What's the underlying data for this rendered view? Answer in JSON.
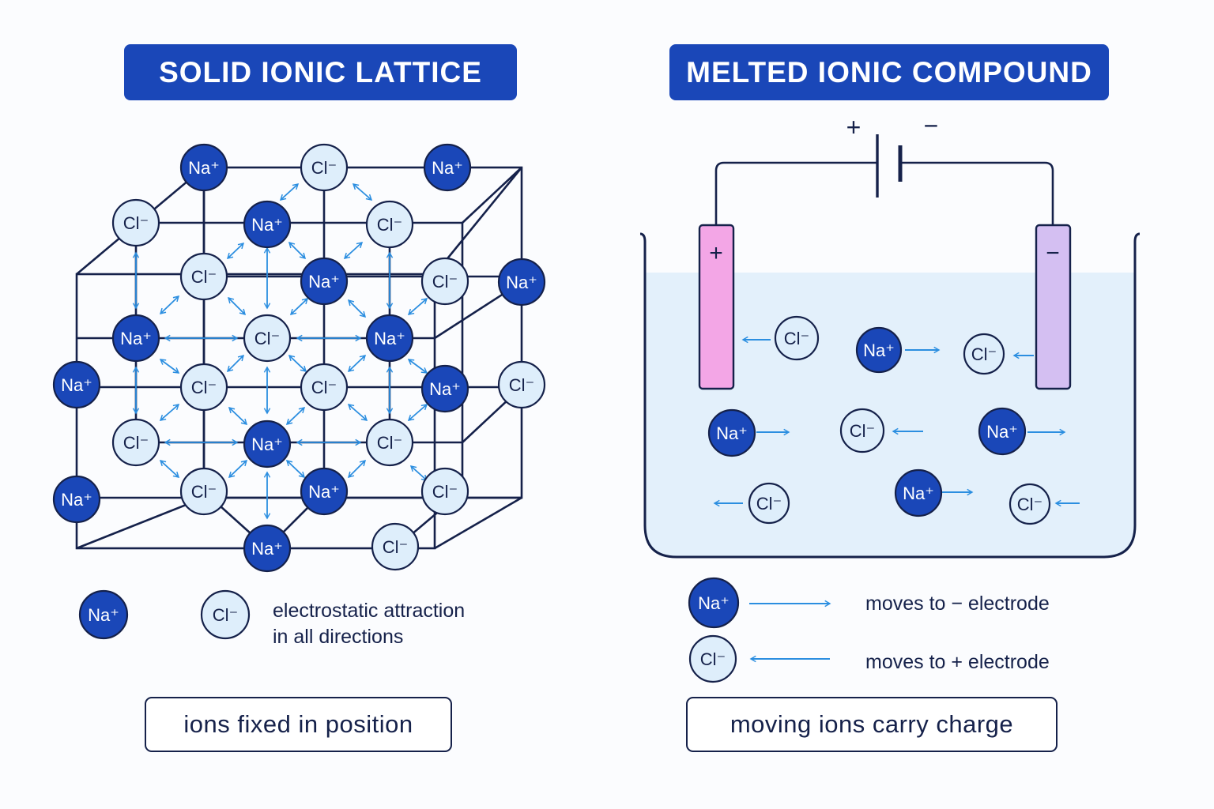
{
  "left_panel": {
    "title": "SOLID IONIC LATTICE",
    "legend_line1": "electrostatic attraction",
    "legend_line2": "in all directions",
    "caption": "ions fixed in position"
  },
  "right_panel": {
    "title": "MELTED IONIC COMPOUND",
    "battery_positive": "+",
    "battery_negative": "−",
    "anode_sign": "+",
    "cathode_sign": "−",
    "legend_na_text": "moves to − electrode",
    "legend_cl_text": "moves to + electrode",
    "caption": "moving ions carry charge"
  },
  "ions": {
    "na": "Na⁺",
    "cl": "Cl⁻"
  },
  "colors": {
    "title_bg": "#1a47b8",
    "sodium_fill": "#1a47b8",
    "chloride_fill": "#deeefb",
    "arrow": "#2b8ee0",
    "line": "#15214a",
    "melt": "#e3f0fb",
    "anode": "#f3a6e6",
    "cathode": "#d4bff2"
  }
}
